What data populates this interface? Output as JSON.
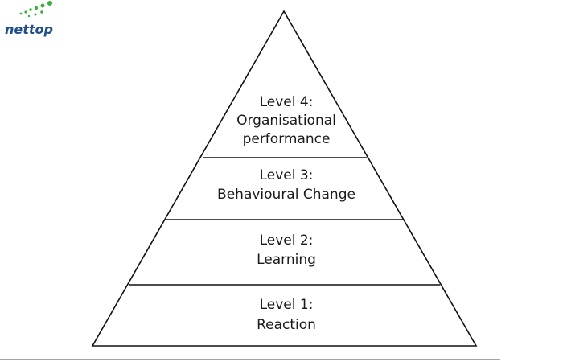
{
  "logo": {
    "brand_name": "nettop",
    "brand_color": "#1f4e8c",
    "dots_color": "#3cae3c",
    "icon": "dots-icon"
  },
  "pyramid": {
    "outline_color": "#111111",
    "levels": [
      {
        "lines": [
          "Level 4:",
          "Organisational",
          "performance"
        ]
      },
      {
        "lines": [
          "Level 3:",
          "Behavioural Change"
        ]
      },
      {
        "lines": [
          "Level 2:",
          "Learning"
        ]
      },
      {
        "lines": [
          "Level 1:",
          "Reaction"
        ]
      }
    ]
  }
}
